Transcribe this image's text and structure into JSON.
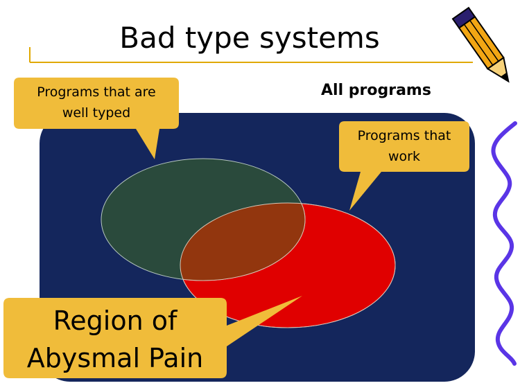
{
  "slide": {
    "title": "Bad type systems",
    "outer_label": "All programs",
    "callouts": {
      "well_typed": {
        "lines": [
          "Programs that are",
          "well typed"
        ]
      },
      "work": {
        "lines": [
          "Programs that",
          "work"
        ]
      },
      "pain": {
        "lines": [
          "Region of",
          "Abysmal Pain"
        ]
      }
    }
  },
  "colors": {
    "background_box": "#14265c",
    "well_typed_set": "#2a4a3c",
    "work_set": "#e00000",
    "overlap": "#92360e",
    "callout_fill": "#f0bc3a",
    "title_rule": "#e0a800",
    "squiggle": "#5a35e6"
  },
  "icons": {
    "pencil": "pencil-icon"
  }
}
